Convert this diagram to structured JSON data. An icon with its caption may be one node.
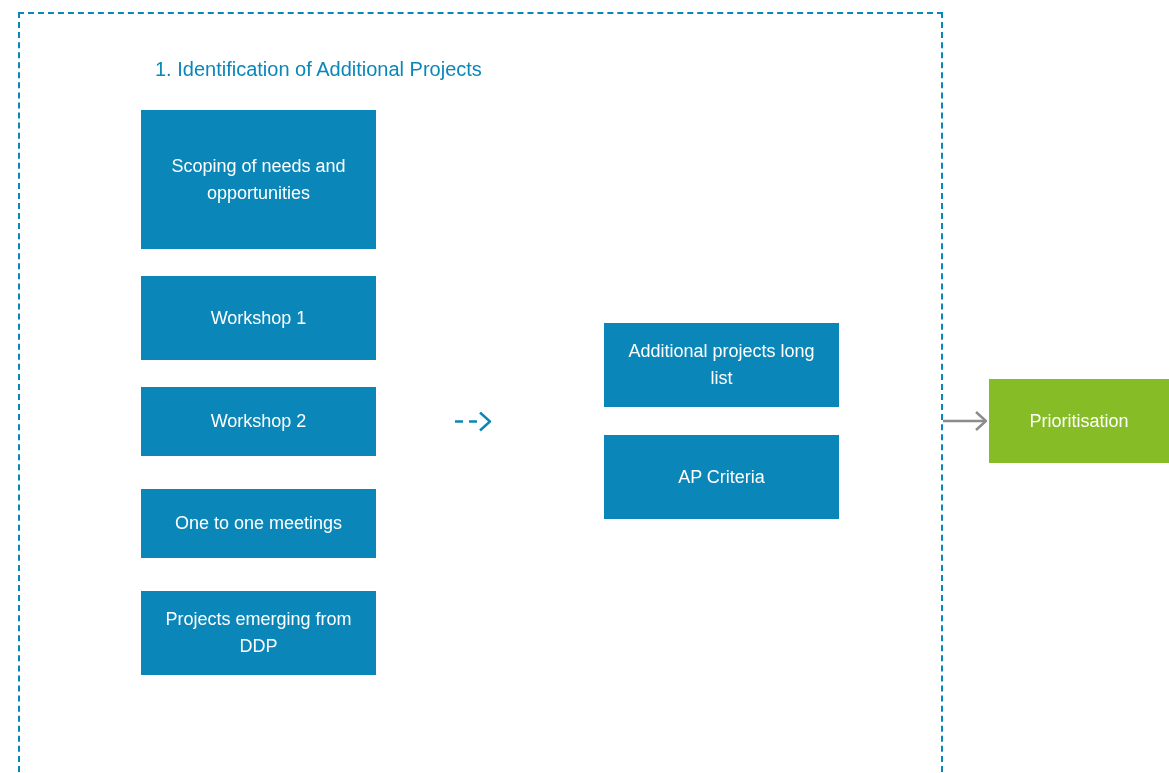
{
  "diagram": {
    "nodes": [
      {
        "text": [
          "1. Identification of Additional Projects"
        ]
      },
      {
        "text": [
          "Scoping of needs and opportunities"
        ],
        "in": 0
      },
      {
        "text": [
          "Workshop 1"
        ],
        "in": 0
      },
      {
        "text": [
          "Workshop 2"
        ],
        "in": 0
      },
      {
        "text": [
          "One to one meetings"
        ],
        "in": 0
      },
      {
        "text": [
          "Projects emerging from DDP"
        ],
        "in": 0
      },
      {
        "text": [
          "Additional projects long list"
        ],
        "in": 0
      },
      {
        "text": [
          "AP Criteria"
        ],
        "in": 0
      },
      {
        "text": [
          "Prioritisation"
        ]
      }
    ],
    "edges": [
      {
        "from": 3,
        "to": null,
        "arrow": "to",
        "style": "dashed"
      },
      {
        "from": 0,
        "to": 8,
        "arrow": "to",
        "color": "#8c8c8c"
      }
    ]
  }
}
